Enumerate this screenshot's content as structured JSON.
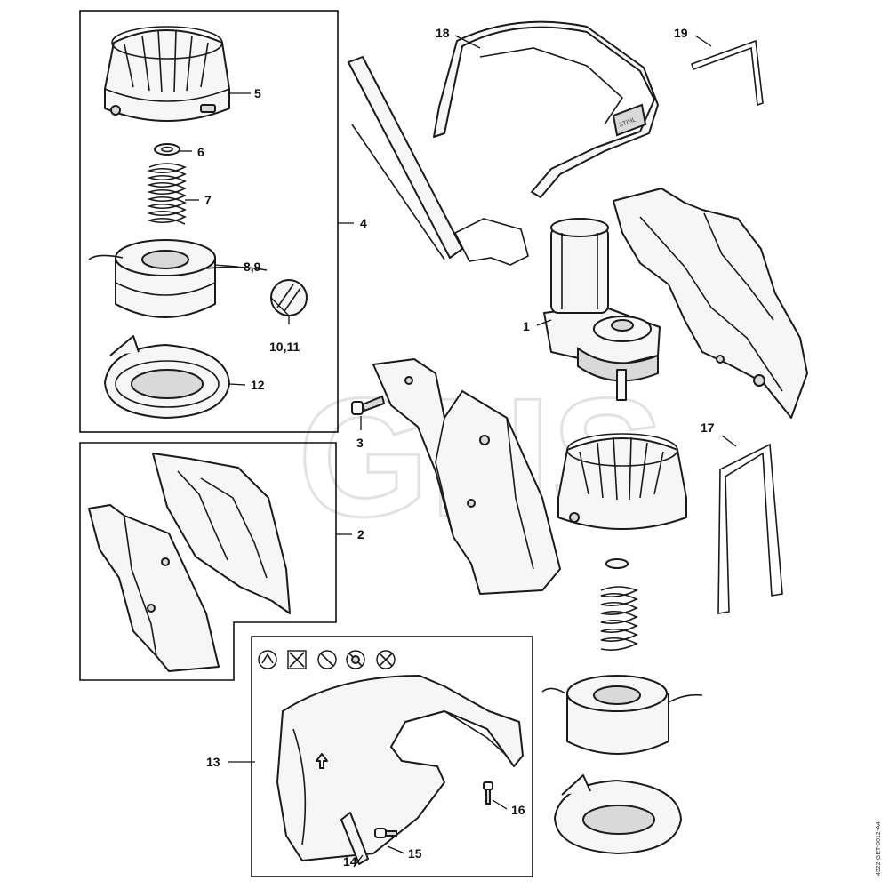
{
  "watermark": "GHS",
  "reference_code": "4522-GET-0012-A4",
  "brand_mark": "STIHL",
  "callouts": [
    {
      "id": "c1",
      "label": "1"
    },
    {
      "id": "c2",
      "label": "2"
    },
    {
      "id": "c3",
      "label": "3"
    },
    {
      "id": "c4",
      "label": "4"
    },
    {
      "id": "c5",
      "label": "5"
    },
    {
      "id": "c6",
      "label": "6"
    },
    {
      "id": "c7",
      "label": "7"
    },
    {
      "id": "c8",
      "label": "8,9"
    },
    {
      "id": "c10",
      "label": "10,11"
    },
    {
      "id": "c12",
      "label": "12"
    },
    {
      "id": "c13",
      "label": "13"
    },
    {
      "id": "c14",
      "label": "14"
    },
    {
      "id": "c15",
      "label": "15"
    },
    {
      "id": "c16",
      "label": "16"
    },
    {
      "id": "c17",
      "label": "17"
    },
    {
      "id": "c18",
      "label": "18"
    },
    {
      "id": "c19",
      "label": "19"
    }
  ],
  "icons": [
    "grass-cut-icon",
    "no-blade-icon",
    "no-brush-icon",
    "no-metal-icon",
    "no-saw-icon"
  ],
  "colors": {
    "ink": "#1a1a1a",
    "paper": "#ffffff",
    "watermark": "#e2e2e2"
  }
}
